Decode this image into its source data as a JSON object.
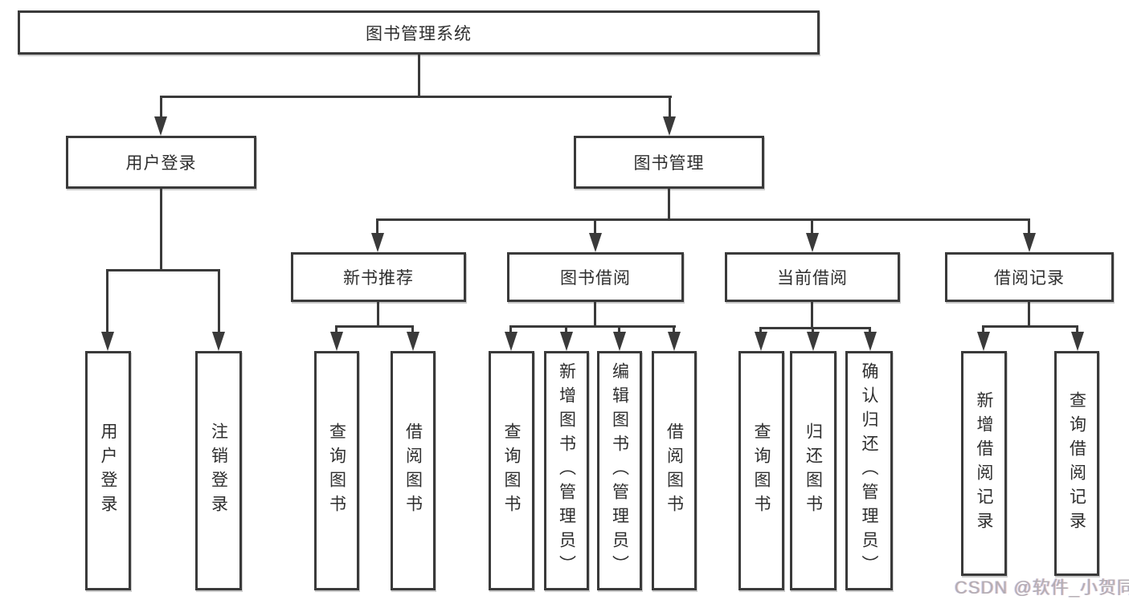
{
  "tree": {
    "root": "图书管理系统",
    "level2": [
      "用户登录",
      "图书管理"
    ],
    "level3": [
      "新书推荐",
      "图书借阅",
      "当前借阅",
      "借阅记录"
    ],
    "leaves": {
      "user": [
        "用户登录",
        "注销登录"
      ],
      "newbook": [
        "查询图书",
        "借阅图书"
      ],
      "borrow": [
        "查询图书",
        "新增图书（管理员）",
        "编辑图书（管理员）",
        "借阅图书"
      ],
      "current": [
        "查询图书",
        "归还图书",
        "确认归还（管理员）"
      ],
      "record": [
        "新增借阅记录",
        "查询借阅记录"
      ]
    }
  },
  "watermark": {
    "text": "CSDN @软件_小贺同学"
  },
  "colors": {
    "line": "#3a3a3a",
    "text": "#2e2e2e",
    "background": "#ffffff",
    "watermark": "#b3adb3"
  }
}
